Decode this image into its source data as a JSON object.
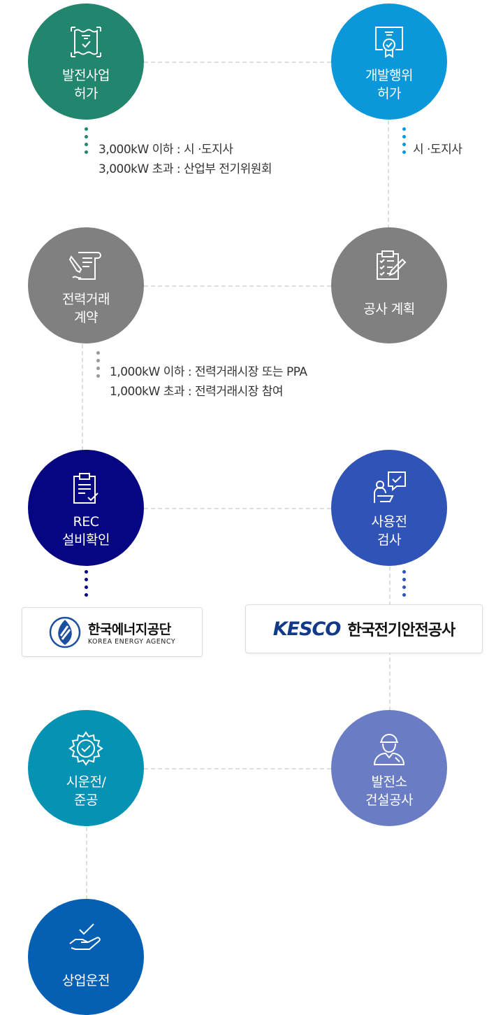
{
  "steps": {
    "power_business_permit": {
      "line1": "발전사업",
      "line2": "허가",
      "color": "#22856d",
      "icon": "certificate-stamp-icon"
    },
    "development_permit": {
      "line1": "개발행위",
      "line2": "허가",
      "color": "#0a98da",
      "icon": "certificate-ribbon-icon"
    },
    "power_trade_contract": {
      "line1": "전력거래",
      "line2": "계약",
      "color": "#808080",
      "icon": "contract-scroll-icon"
    },
    "construction_plan": {
      "line1": "공사 계획",
      "color": "#808080",
      "icon": "checklist-pen-icon"
    },
    "rec_confirmation": {
      "line1": "REC",
      "line2": "설비확인",
      "color": "#070682",
      "icon": "clipboard-check-icon"
    },
    "pre_use_inspection": {
      "line1": "사용전",
      "line2": "검사",
      "color": "#3053b8",
      "icon": "inspector-chat-icon"
    },
    "test_run": {
      "line1": "시운전/",
      "line2": "준공",
      "color": "#0592b3",
      "icon": "gear-check-icon"
    },
    "plant_construction": {
      "line1": "발전소",
      "line2": "건설공사",
      "color": "#6a7dc4",
      "icon": "worker-icon"
    },
    "commercial_operation": {
      "line1": "상업운전",
      "color": "#0560b4",
      "icon": "hand-check-icon"
    }
  },
  "notes": {
    "power_business_permit": [
      "3,000kW 이하 : 시 ·도지사",
      "3,000kW 초과 : 산업부 전기위원회"
    ],
    "development_permit": [
      "시 ·도지사"
    ],
    "power_trade_contract": [
      "1,000kW 이하 : 전력거래시장 또는 PPA",
      "1,000kW 초과 : 전력거래시장 참여"
    ]
  },
  "logos": {
    "kea": {
      "name_ko": "한국에너지공단",
      "name_en": "KOREA ENERGY AGENCY"
    },
    "kesco": {
      "mark": "KESCO",
      "name_ko": "한국전기안전공사"
    }
  }
}
